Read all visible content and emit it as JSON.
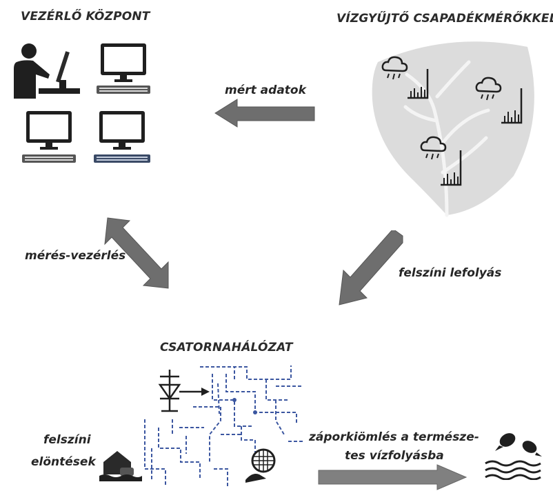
{
  "nodes": {
    "control_center": {
      "title": "VEZÉRLŐ KÖZPONT"
    },
    "catchment": {
      "title": "VÍZGYŰJTŐ CSAPADÉKMÉRŐKKEL"
    },
    "sewer_network": {
      "title": "CSATORNAHÁLÓZAT"
    }
  },
  "edges": {
    "measured_data": {
      "label": "mért adatok"
    },
    "measurement_control": {
      "label": "mérés-vezérlés"
    },
    "surface_runoff": {
      "label": "felszíni lefolyás"
    },
    "overflow": {
      "line1": "záporkiömlés a természe-",
      "line2": "tes vízfolyásba"
    }
  },
  "flooding": {
    "line1": "felszíni",
    "line2": "elöntések"
  },
  "colors": {
    "arrow": "#6e6e6e",
    "arrow_dark": "#565656",
    "icon": "#1f1f1f",
    "pipe": "#3b56a0",
    "leaf": "#dcdcdc"
  },
  "icons": [
    "operator-icon",
    "computer-icon",
    "rain-cloud-icon",
    "rain-gauge-icon",
    "pump-station-icon",
    "flooded-house-icon",
    "overflow-manhole-icon",
    "river-fish-icon"
  ]
}
